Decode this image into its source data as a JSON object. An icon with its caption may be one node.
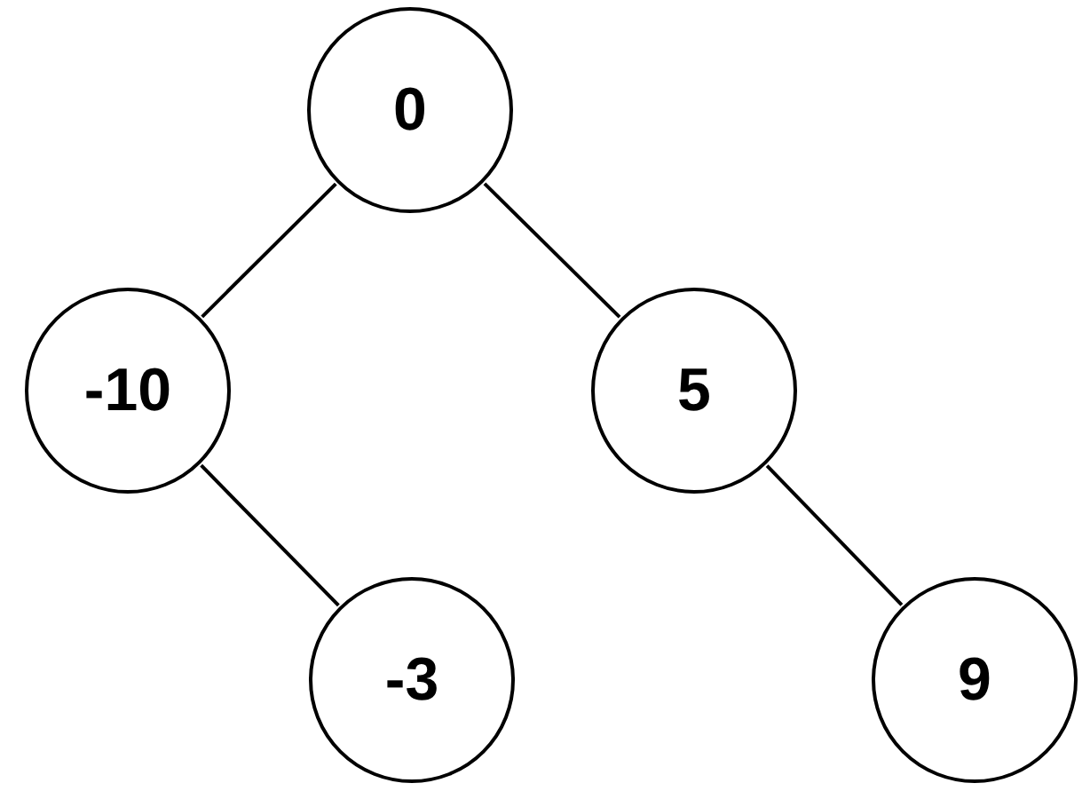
{
  "diagram": {
    "nodes": [
      {
        "text": [
          "0"
        ]
      },
      {
        "text": [
          "-10"
        ]
      },
      {
        "text": [
          "5"
        ]
      },
      {
        "text": [
          "-3"
        ]
      },
      {
        "text": [
          "9"
        ]
      }
    ],
    "edges": [
      {
        "from": 0,
        "to": 1,
        "arrow": "none"
      },
      {
        "from": 0,
        "to": 2,
        "arrow": "none"
      },
      {
        "from": 1,
        "to": 3,
        "arrow": "none"
      },
      {
        "from": 2,
        "to": 4,
        "arrow": "none"
      }
    ]
  }
}
